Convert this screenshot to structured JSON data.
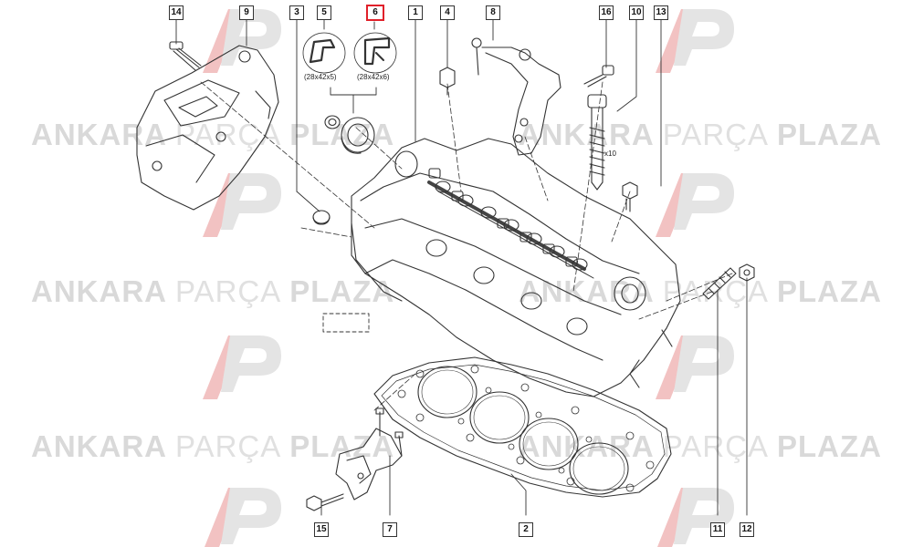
{
  "watermark": {
    "word_a": "ANKARA",
    "word_b": "PARÇA",
    "word_c": "PLAZA"
  },
  "callouts": [
    {
      "id": "14",
      "highlighted": false
    },
    {
      "id": "9",
      "highlighted": false
    },
    {
      "id": "3",
      "highlighted": false
    },
    {
      "id": "5",
      "highlighted": false
    },
    {
      "id": "6",
      "highlighted": true
    },
    {
      "id": "1",
      "highlighted": false
    },
    {
      "id": "4",
      "highlighted": false
    },
    {
      "id": "8",
      "highlighted": false
    },
    {
      "id": "16",
      "highlighted": false
    },
    {
      "id": "10",
      "highlighted": false
    },
    {
      "id": "13",
      "highlighted": false
    },
    {
      "id": "15",
      "highlighted": false
    },
    {
      "id": "7",
      "highlighted": false
    },
    {
      "id": "2",
      "highlighted": false
    },
    {
      "id": "11",
      "highlighted": false
    },
    {
      "id": "12",
      "highlighted": false
    }
  ],
  "seal_sizes": {
    "part5": "(28x42x5)",
    "part6": "(28x42x6)"
  },
  "bolt_quantity": "x10",
  "colors": {
    "highlight": "#e0202a",
    "logo_red": "#f0b5b5",
    "logo_gray": "#d6d6d6",
    "ink": "#333333"
  }
}
